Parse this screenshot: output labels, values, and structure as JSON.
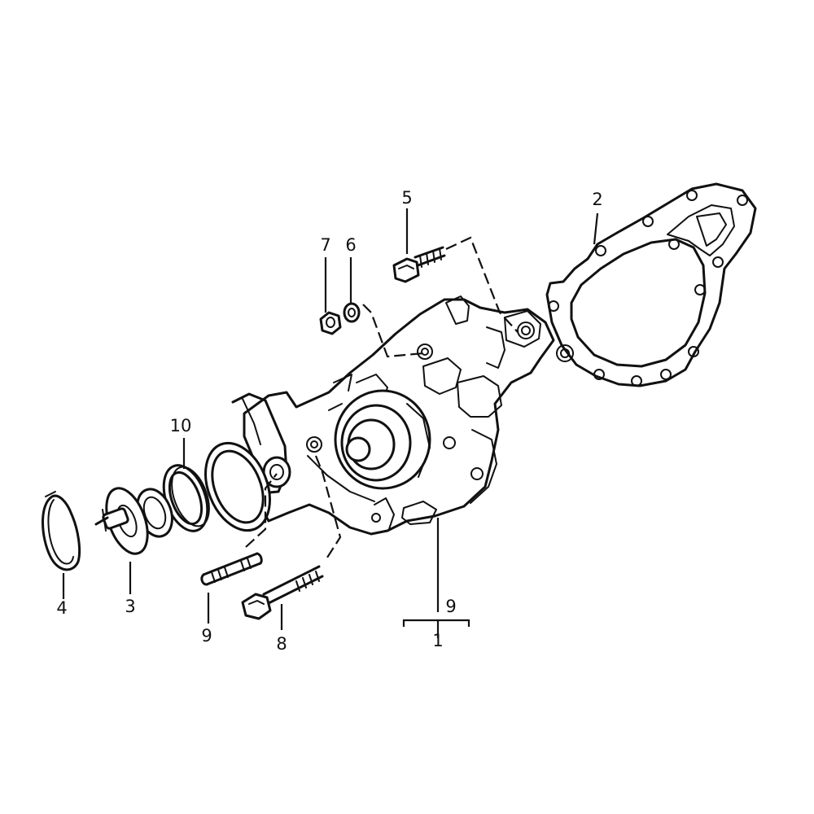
{
  "callouts": [
    {
      "id": "c1",
      "label": "1"
    },
    {
      "id": "c2",
      "label": "2"
    },
    {
      "id": "c3",
      "label": "3"
    },
    {
      "id": "c4",
      "label": "4"
    },
    {
      "id": "c5",
      "label": "5"
    },
    {
      "id": "c6",
      "label": "6"
    },
    {
      "id": "c7",
      "label": "7"
    },
    {
      "id": "c8",
      "label": "8"
    },
    {
      "id": "c9a",
      "label": "9"
    },
    {
      "id": "c9b",
      "label": "9"
    },
    {
      "id": "c10",
      "label": "10"
    }
  ]
}
